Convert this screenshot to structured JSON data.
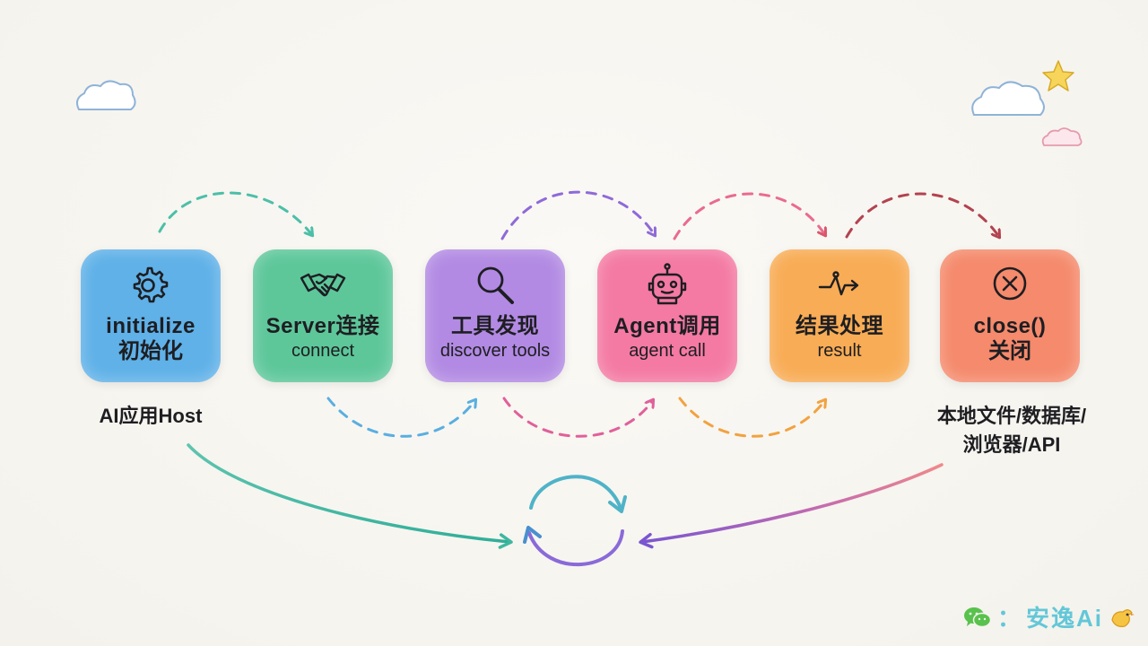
{
  "steps": [
    {
      "title": "initialize",
      "subtitle": "初始化",
      "icon": "gear-icon",
      "color": "#5fb1e8"
    },
    {
      "title": "Server连接",
      "subtitle": "connect",
      "icon": "handshake-icon",
      "color": "#5dc79a"
    },
    {
      "title": "工具发现",
      "subtitle": "discover tools",
      "icon": "magnifier-icon",
      "color": "#b28ae3"
    },
    {
      "title": "Agent调用",
      "subtitle": "agent call",
      "icon": "robot-icon",
      "color": "#f47aa3"
    },
    {
      "title": "结果处理",
      "subtitle": "result",
      "icon": "pulse-arrow-icon",
      "color": "#f8ac55"
    },
    {
      "title": "close()",
      "subtitle": "关闭",
      "icon": "close-circle-icon",
      "color": "#f58a6c"
    }
  ],
  "notes": {
    "host": "AI应用Host",
    "resources_line1": "本地文件/数据库/",
    "resources_line2": "浏览器/API"
  },
  "brand": {
    "separator": "：",
    "name": "安逸Ai",
    "colors": {
      "wechat": "#58c24c",
      "name": "#62c7d8"
    }
  }
}
